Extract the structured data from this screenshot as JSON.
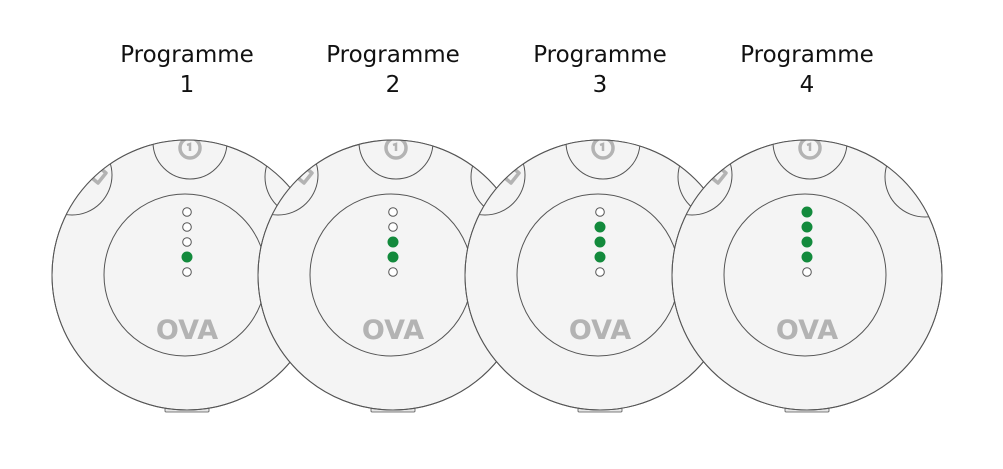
{
  "programmes": [
    {
      "label": "Programme",
      "number": "1",
      "lit_leds": [
        false,
        false,
        false,
        true,
        false
      ]
    },
    {
      "label": "Programme",
      "number": "2",
      "lit_leds": [
        false,
        false,
        true,
        true,
        false
      ]
    },
    {
      "label": "Programme",
      "number": "3",
      "lit_leds": [
        false,
        true,
        true,
        true,
        false
      ]
    },
    {
      "label": "Programme",
      "number": "4",
      "lit_leds": [
        true,
        true,
        true,
        true,
        false
      ]
    }
  ],
  "device_logo": "OVA",
  "colors": {
    "led_on": "#138a3c",
    "led_off": "#ffffff",
    "body": "#f4f4f4",
    "outline": "#555555",
    "logo": "#b3b3b3"
  }
}
